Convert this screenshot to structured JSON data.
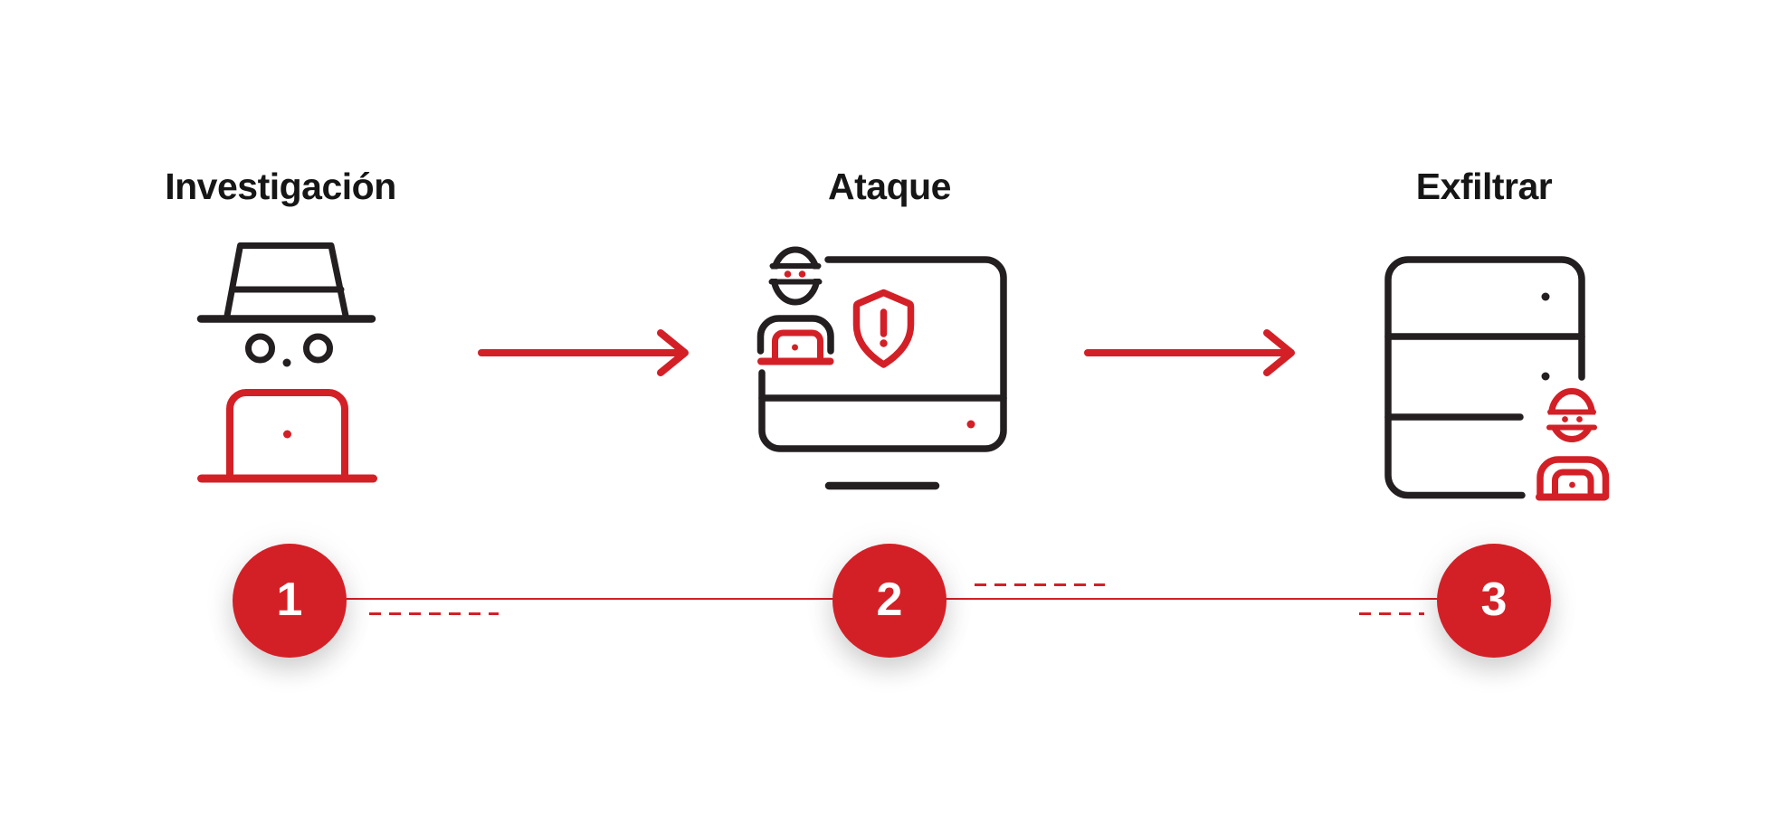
{
  "palette": {
    "red": "#d32027",
    "black": "#231f20",
    "text": "#161616",
    "bg": "#ffffff"
  },
  "steps": [
    {
      "number": "1",
      "title": "Investigación",
      "icon": "incognito-spy-laptop-icon"
    },
    {
      "number": "2",
      "title": "Ataque",
      "icon": "hacker-monitor-alert-shield-icon"
    },
    {
      "number": "3",
      "title": "Exfiltrar",
      "icon": "server-data-theft-icon"
    }
  ],
  "arrows": [
    {
      "icon": "right-arrow-icon"
    },
    {
      "icon": "right-arrow-icon"
    }
  ]
}
